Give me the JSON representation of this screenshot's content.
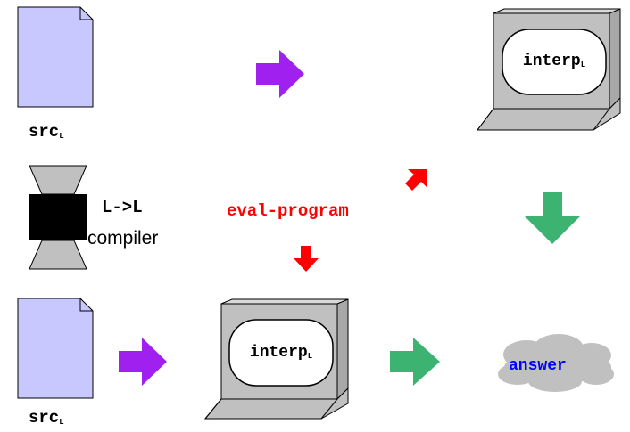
{
  "labels": {
    "src_top": "src",
    "src_top_sub": "L",
    "src_bottom": "src",
    "src_bottom_sub": "L",
    "compiler_lang": "L->L",
    "compiler_word": "compiler",
    "eval_program": "eval-program",
    "interp_top": "interp",
    "interp_top_sub": "L",
    "interp_bottom": "interp",
    "interp_bottom_sub": "L",
    "answer": "answer"
  },
  "colors": {
    "document_fill": "#c8c8ff",
    "purple_arrow": "#a020f0",
    "green_arrow": "#3cb371",
    "red_arrow": "#ff0000",
    "computer_gray": "#c0c0c0",
    "cloud_gray": "#c0c0c0",
    "answer_text": "#0000ff",
    "eval_text": "#ff0000"
  },
  "icons": {
    "document": "document-icon",
    "computer": "computer-icon",
    "compiler": "hourglass-compiler-icon",
    "cloud": "cloud-icon"
  }
}
